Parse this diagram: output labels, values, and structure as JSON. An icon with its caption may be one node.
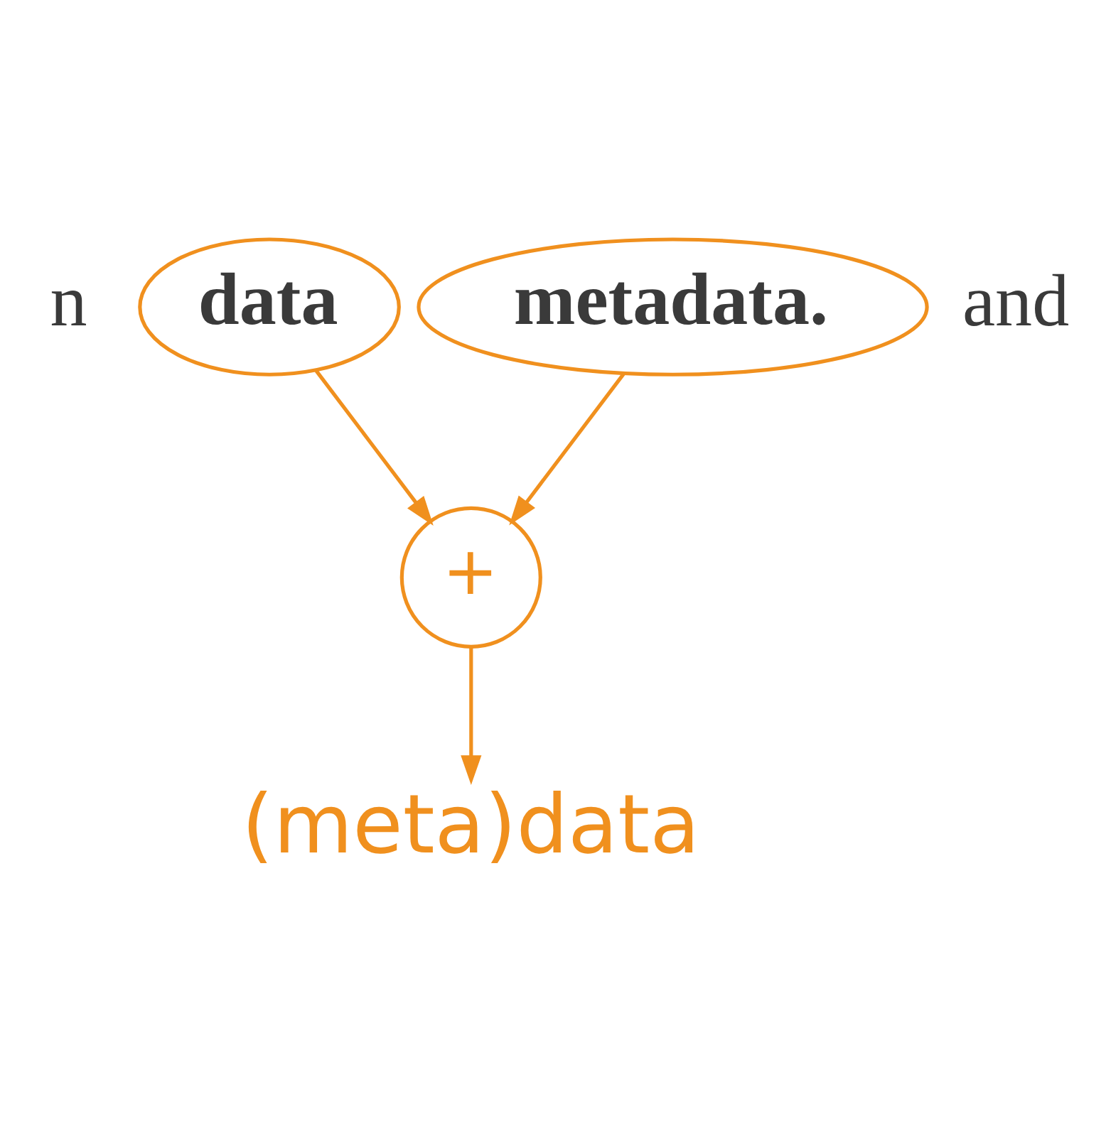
{
  "diagram": {
    "nodes": [
      {
        "text": [
          "data"
        ]
      },
      {
        "text": [
          "metadata."
        ]
      },
      {
        "text": [
          "+"
        ]
      },
      {
        "text": [
          "(meta)data"
        ]
      }
    ],
    "edges": [
      {
        "from": 0,
        "to": 2,
        "arrow": "to"
      },
      {
        "from": 1,
        "to": 2,
        "arrow": "to"
      },
      {
        "from": 2,
        "to": 3,
        "arrow": "to"
      }
    ],
    "labels": [
      "n",
      "and"
    ]
  }
}
